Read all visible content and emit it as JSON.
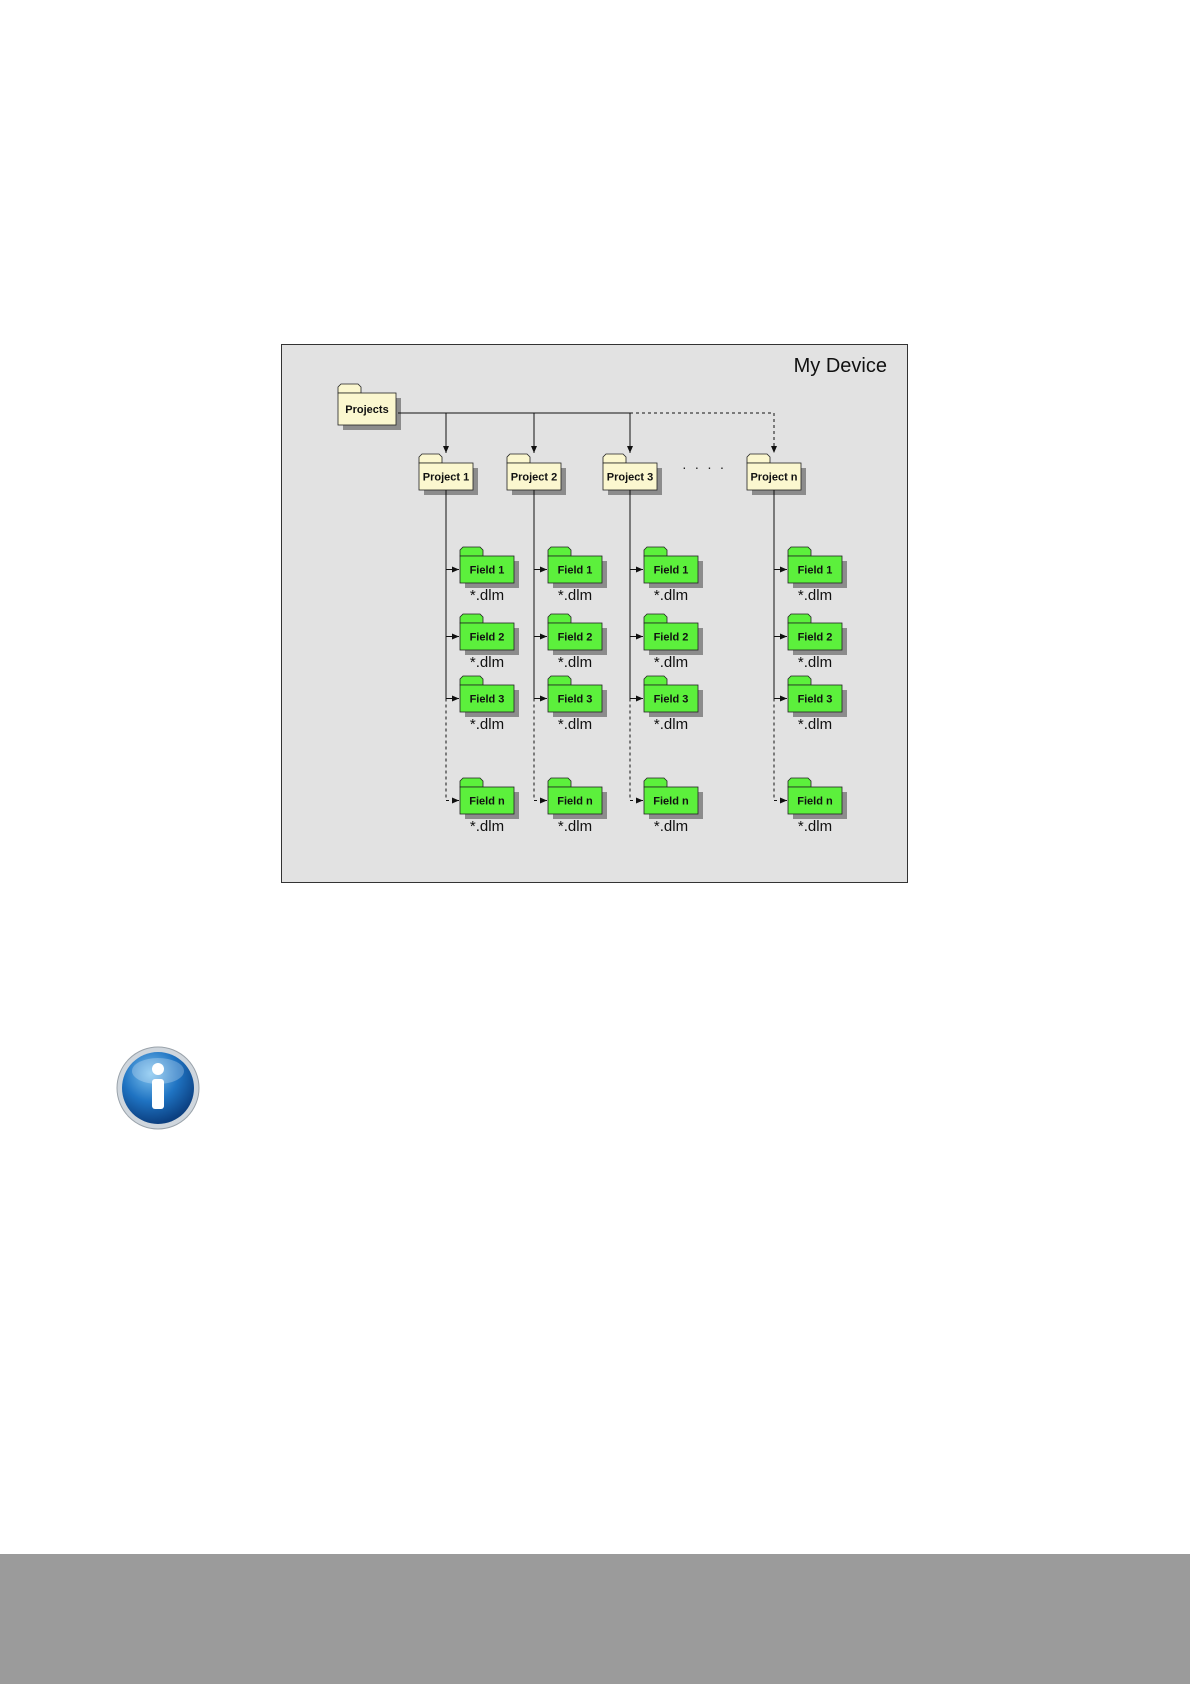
{
  "diagram": {
    "device_label": "My Device",
    "root_folder": "Projects",
    "ellipsis": "· · · ·",
    "projects": [
      {
        "label": "Project 1",
        "fields": [
          "Field 1",
          "Field 2",
          "Field 3",
          "Field n"
        ]
      },
      {
        "label": "Project 2",
        "fields": [
          "Field 1",
          "Field 2",
          "Field 3",
          "Field n"
        ]
      },
      {
        "label": "Project 3",
        "fields": [
          "Field 1",
          "Field 2",
          "Field 3",
          "Field n"
        ]
      },
      {
        "label": "Project n",
        "fields": [
          "Field 1",
          "Field 2",
          "Field 3",
          "Field n"
        ]
      }
    ],
    "file_label": "*.dlm"
  },
  "colors": {
    "diagram_bg": "#e2e2e2",
    "project_folder": "#fbf7cf",
    "field_folder": "#5cf03c",
    "footer": "#9b9b9b"
  },
  "icons": {
    "info": "info-icon"
  }
}
